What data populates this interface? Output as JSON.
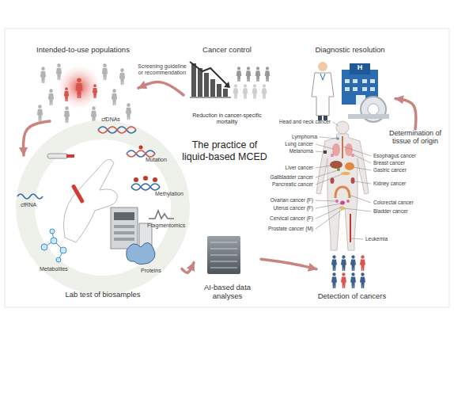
{
  "diagram": {
    "title": "The practice of liquid-based MCED",
    "nodes": [
      {
        "text": [
          "Intended-to-use populations"
        ]
      },
      {
        "text": [
          "Cancer control",
          "Reduction in cancer-specific mortality"
        ]
      },
      {
        "text": [
          "Diagnostic resolution"
        ]
      },
      {
        "text": [
          "Determination of tissue of origin"
        ]
      },
      {
        "text": [
          "Detection of cancers"
        ]
      },
      {
        "text": [
          "AI-based data analyses"
        ]
      },
      {
        "text": [
          "Lab test of biosamples"
        ]
      }
    ],
    "edges": [
      {
        "from": 1,
        "to": 0,
        "label": "Screening guideline or recommendation",
        "arrow": "to"
      },
      {
        "from": 0,
        "to": 6,
        "arrow": "to"
      },
      {
        "from": 6,
        "to": 5,
        "arrow": "to"
      },
      {
        "from": 5,
        "to": 4,
        "arrow": "to"
      },
      {
        "from": 3,
        "to": 2,
        "arrow": "to"
      }
    ],
    "labels": [
      "cfDNAs",
      "Mutation",
      "Methylation",
      "Fragmentomics",
      "cfRNA",
      "Metabolites",
      "Proteins",
      "H",
      "Head and neck cancer",
      "Lymphoma",
      "Lung cancer",
      "Melanoma",
      "Esophagus cancer",
      "Breast cancer",
      "Gastric cancer",
      "Liver cancer",
      "Kidney cancer",
      "Gallbladder cancer",
      "Pancreatic cancer",
      "Colorectal cancer",
      "Ovarian cancer (F)",
      "Uterus cancer (F)",
      "Bladder cancer",
      "Cervical cancer (F)",
      "Prostate cancer (M)",
      "Leukemia"
    ]
  }
}
